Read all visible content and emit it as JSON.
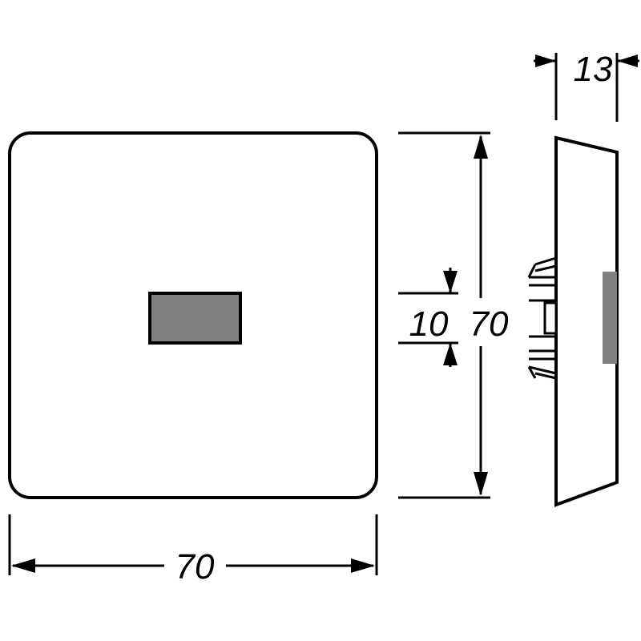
{
  "dimensions": {
    "width": "70",
    "height": "70",
    "window_height": "10",
    "depth": "13"
  },
  "colors": {
    "stroke": "#000000",
    "background": "#ffffff",
    "window_fill": "#808080"
  }
}
